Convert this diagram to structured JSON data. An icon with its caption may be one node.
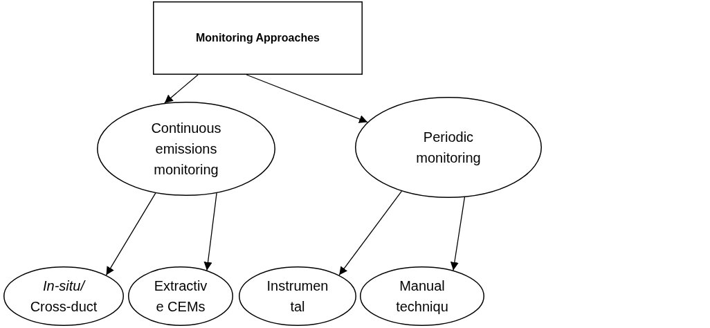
{
  "diagram": {
    "nodes": [
      {
        "text": [
          "Monitoring Approaches"
        ]
      },
      {
        "text": [
          "Continuous emissions monitoring"
        ]
      },
      {
        "text": [
          "Periodic monitoring"
        ]
      },
      {
        "text": [
          "*In-situ/* Cross-duct"
        ]
      },
      {
        "text": [
          "Extractiv e CEMs"
        ]
      },
      {
        "text": [
          "Instrumen tal"
        ]
      },
      {
        "text": [
          "Manual techniqu"
        ]
      }
    ],
    "edges": [
      {
        "from": 0,
        "to": 1,
        "arrow": "to"
      },
      {
        "from": 0,
        "to": 2,
        "arrow": "to"
      },
      {
        "from": 1,
        "to": 3,
        "arrow": "to"
      },
      {
        "from": 1,
        "to": 4,
        "arrow": "to"
      },
      {
        "from": 2,
        "to": 5,
        "arrow": "to"
      },
      {
        "from": 2,
        "to": 6,
        "arrow": "to"
      }
    ]
  }
}
